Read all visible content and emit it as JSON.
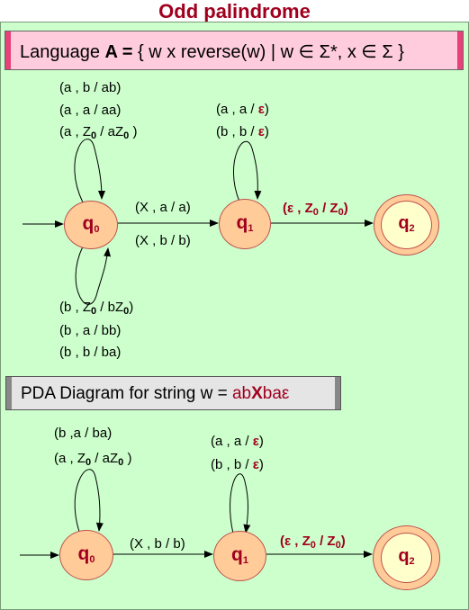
{
  "title": "Odd palindrome",
  "language": {
    "pre": "Language ",
    "name": "A",
    "eq": " =",
    "body": " { w x reverse(w) | w ∈ Σ*, x ∈ Σ }"
  },
  "diagram1": {
    "states": {
      "q0": "q",
      "q0_sub": "0",
      "q1": "q",
      "q1_sub": "1",
      "q2": "q",
      "q2_sub": "2"
    },
    "loop_q0_top": {
      "l1": "(a , b / ab)",
      "l2": "(a , a / aa)",
      "l3a": "(a , Z",
      "l3s1": "0",
      "l3b": " / aZ",
      "l3s2": "0",
      "l3c": " )"
    },
    "loop_q0_bottom": {
      "l1a": "(b , Z",
      "l1s1": "0",
      "l1b": " / bZ",
      "l1s2": "0",
      "l1c": ")",
      "l2": "(b , a / bb)",
      "l3": "(b , b / ba)"
    },
    "loop_q1": {
      "l1a": "(a , a / ",
      "l1e": "ε",
      "l1b": ")",
      "l2a": "(b , b / ",
      "l2e": "ε",
      "l2b": ")"
    },
    "q0_q1_top": "(X , a / a)",
    "q0_q1_bottom": "(X , b / b)",
    "q1_q2": {
      "a": "(ε , Z",
      "s1": "0",
      "b": " / Z",
      "s2": "0",
      "c": ")"
    }
  },
  "pda_header": {
    "pre": "PDA Diagram for string w = ",
    "ab": "ab",
    "x": "X",
    "ba": "baε"
  },
  "diagram2": {
    "states": {
      "q0": "q",
      "q0_sub": "0",
      "q1": "q",
      "q1_sub": "1",
      "q2": "q",
      "q2_sub": "2"
    },
    "loop_q0": {
      "l1": "(b ,a / ba)",
      "l2a": "(a , Z",
      "l2s1": "0",
      "l2b": " / aZ",
      "l2s2": "0",
      "l2c": " )"
    },
    "loop_q1": {
      "l1a": "(a , a / ",
      "l1e": "ε",
      "l1b": ")",
      "l2a": "(b , b / ",
      "l2e": "ε",
      "l2b": ")"
    },
    "q0_q1": "(X , b / b)",
    "q1_q2": {
      "a": "(ε , Z",
      "s1": "0",
      "b": " / Z",
      "s2": "0",
      "c": ")"
    }
  },
  "colors": {
    "accent": "#a0001e",
    "panel": "#ccffcc",
    "state": "#ffcc99",
    "final_inner": "#ffffcc",
    "bar": "#ffccdd"
  }
}
